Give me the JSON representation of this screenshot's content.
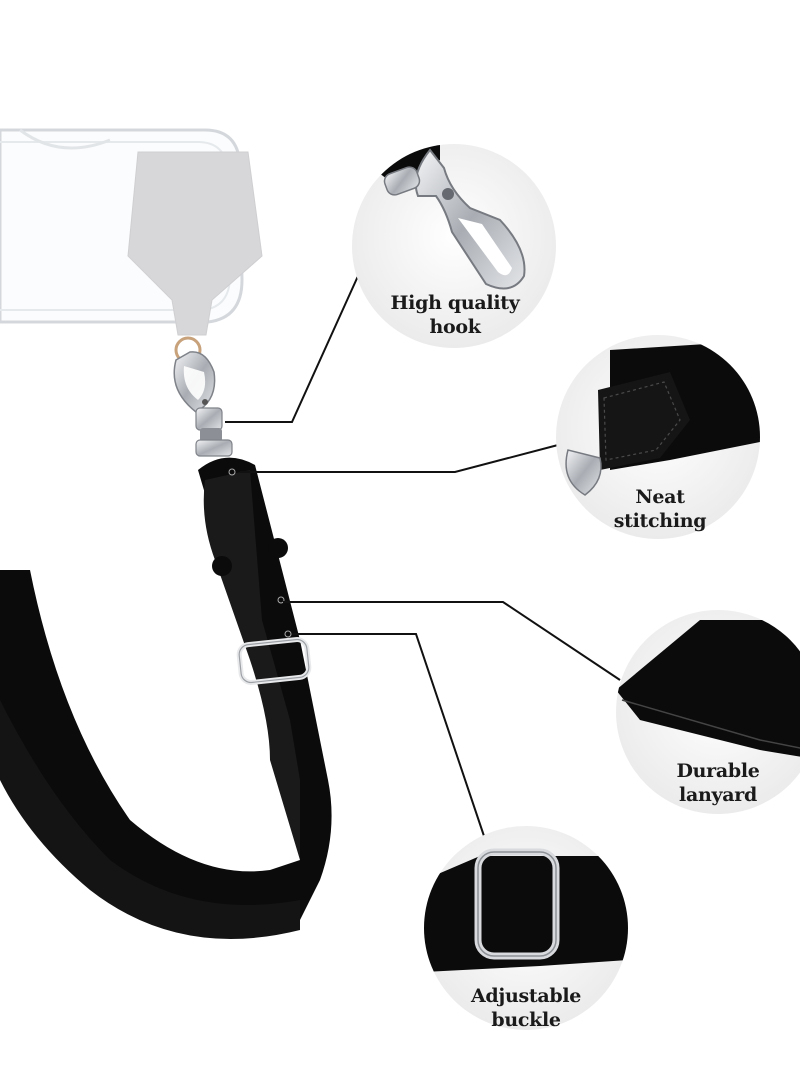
{
  "product": {
    "callouts": [
      {
        "id": "hook",
        "lines": [
          "High quality",
          "hook"
        ]
      },
      {
        "id": "stitching",
        "lines": [
          "Neat",
          "stitching"
        ]
      },
      {
        "id": "lanyard",
        "lines": [
          "Durable",
          "lanyard"
        ]
      },
      {
        "id": "buckle",
        "lines": [
          "Adjustable",
          "buckle"
        ]
      }
    ]
  },
  "colors": {
    "strap": "#0b0b0b",
    "metal": "#c9ccd1",
    "card": "#d7d7d9",
    "circle_bg": "#f2f2f2",
    "leader_line": "#111111"
  }
}
